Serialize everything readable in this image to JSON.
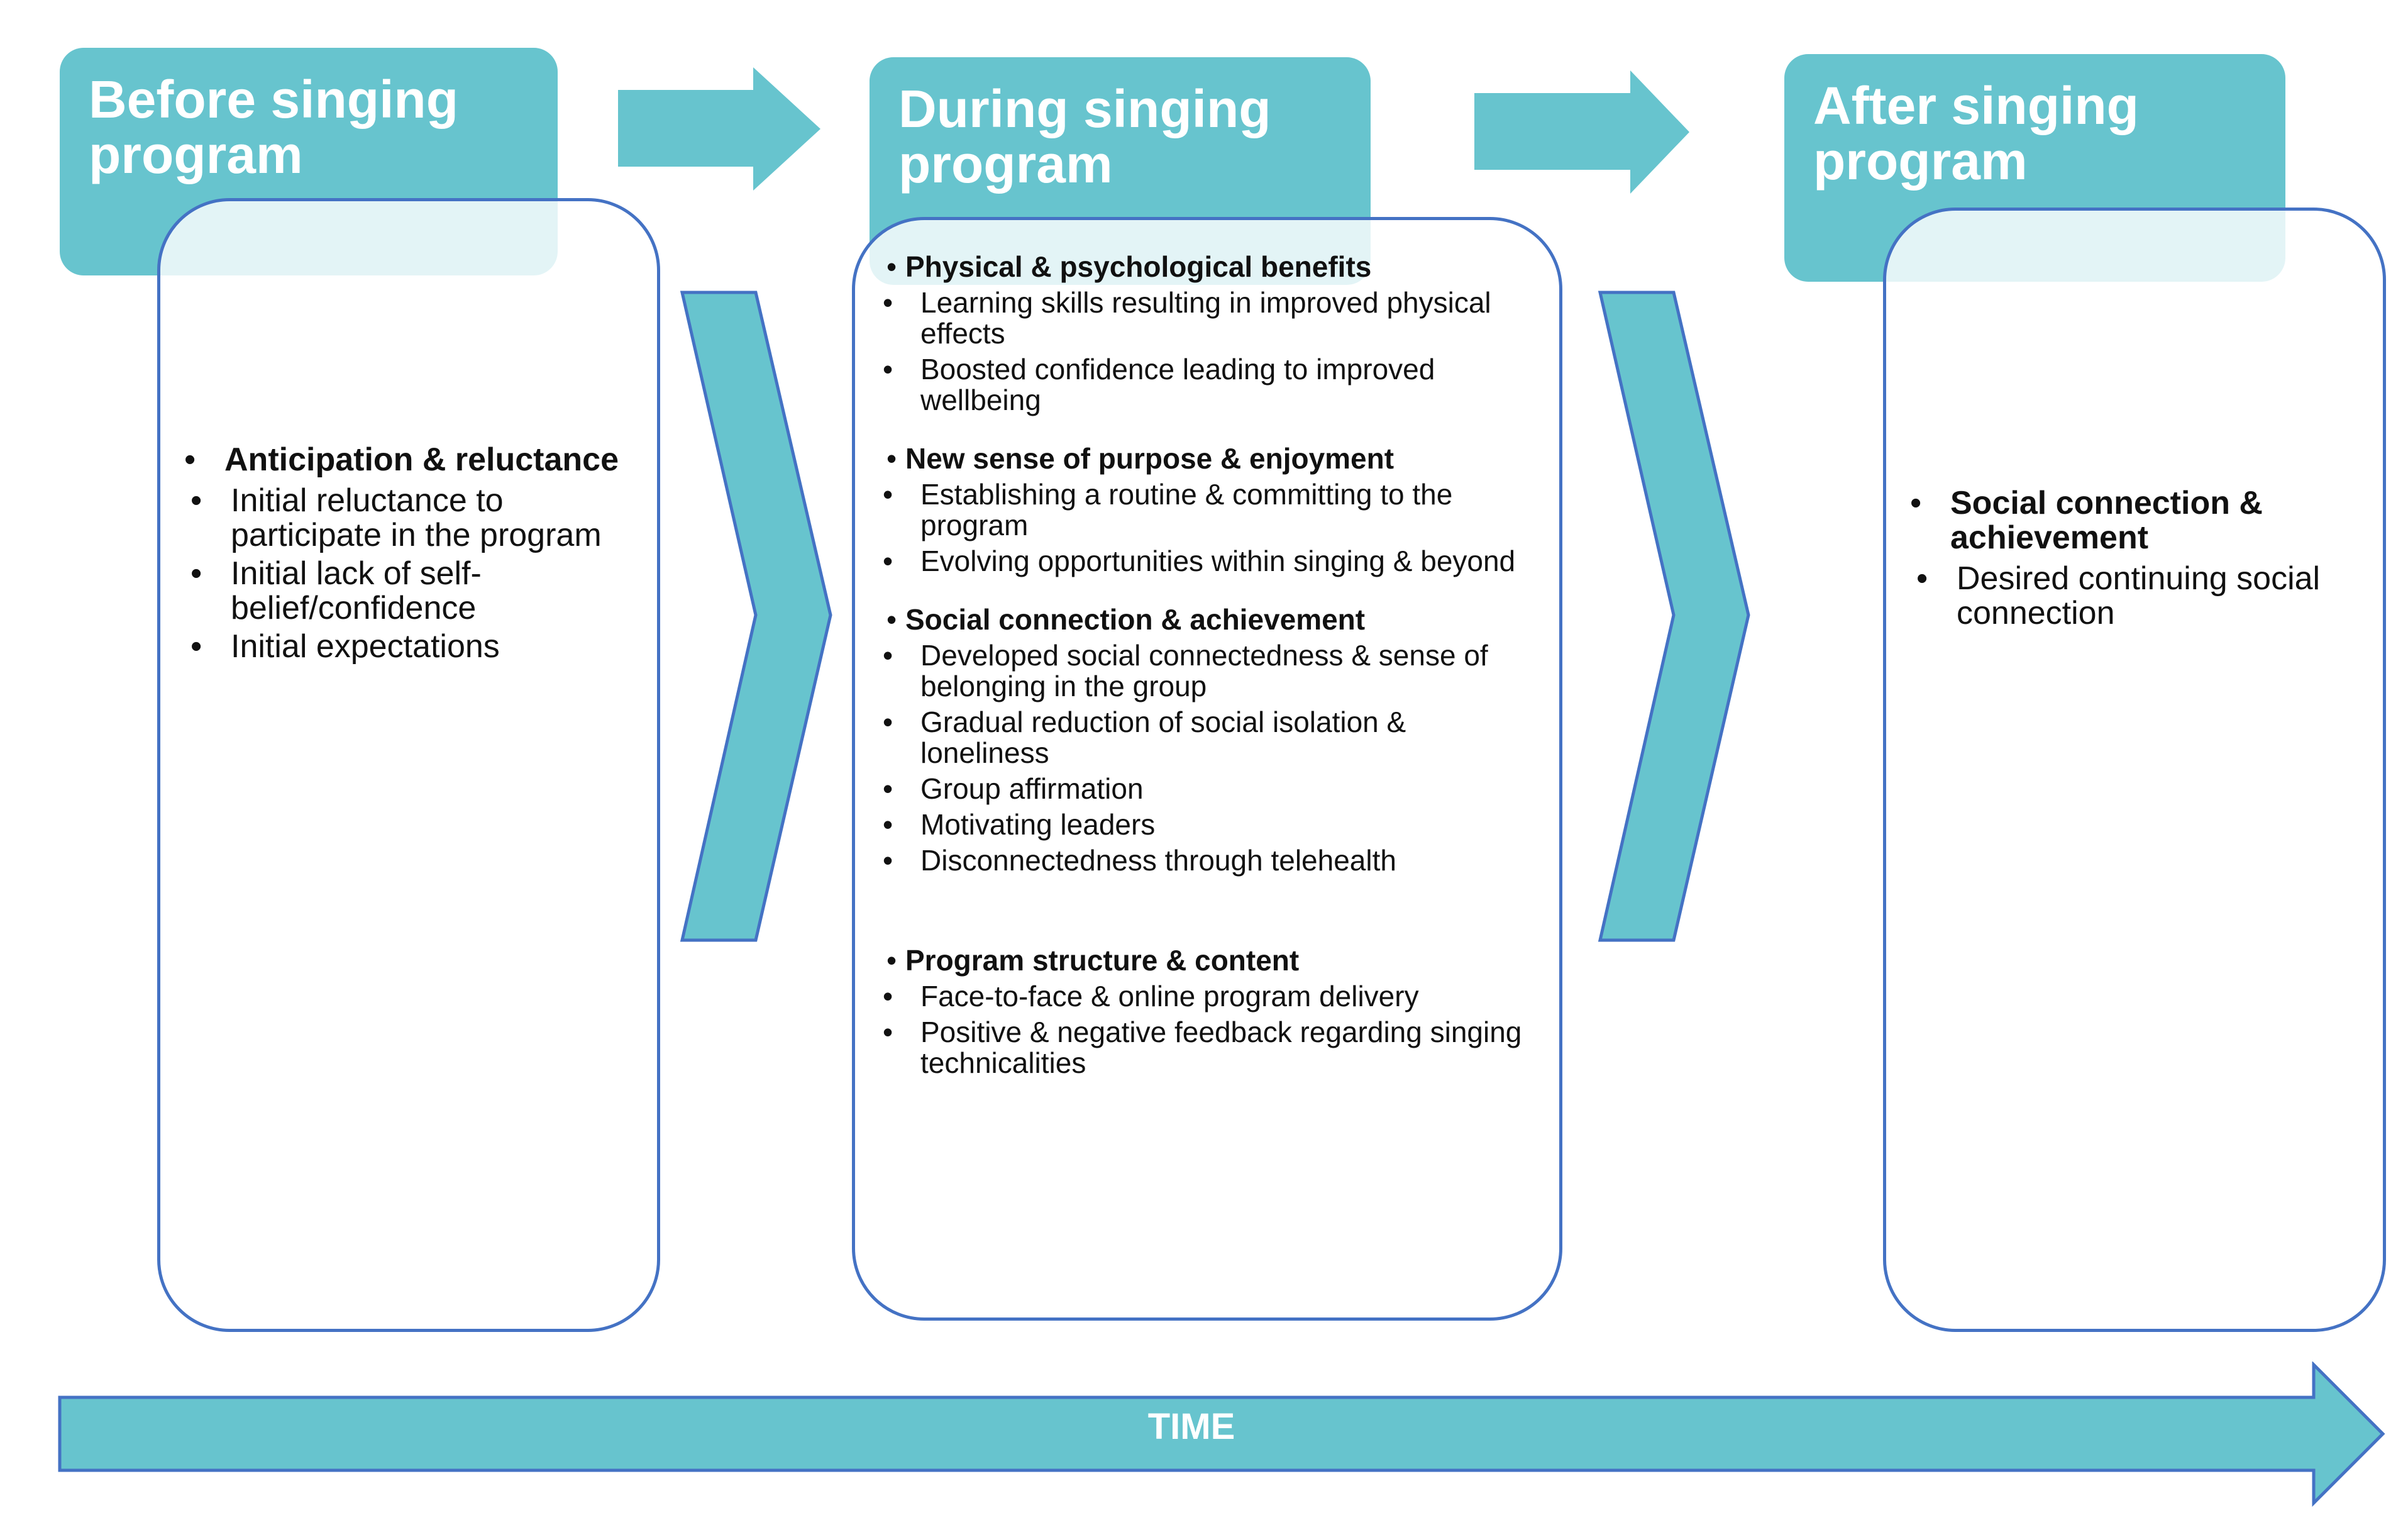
{
  "stages": [
    {
      "title_line1": "Before singing",
      "title_line2": "program",
      "categories": [
        {
          "label": "Anticipation & reluctance",
          "items": [
            "Initial reluctance to participate in the program",
            "Initial lack of self-belief/confidence",
            "Initial expectations"
          ]
        }
      ]
    },
    {
      "title_line1": "During singing",
      "title_line2": "program",
      "categories": [
        {
          "label": "Physical & psychological benefits",
          "items": [
            "Learning skills resulting in improved physical effects",
            "Boosted confidence leading to improved wellbeing"
          ]
        },
        {
          "label": "New sense of purpose & enjoyment",
          "items": [
            "Establishing a routine & committing to the program",
            "Evolving opportunities within singing & beyond"
          ]
        },
        {
          "label": "Social connection & achievement",
          "items": [
            "Developed social connectedness & sense of belonging in the group",
            "Gradual reduction of social isolation & loneliness",
            "Group affirmation",
            "Motivating leaders",
            "Disconnectedness through telehealth"
          ]
        },
        {
          "label": "Program structure & content",
          "items": [
            "Face-to-face & online program delivery",
            "Positive & negative feedback regarding singing technicalities"
          ]
        }
      ]
    },
    {
      "title_line1": "After singing",
      "title_line2": "program",
      "categories": [
        {
          "label": "Social connection & achievement",
          "items": [
            "Desired continuing social connection"
          ]
        }
      ]
    }
  ],
  "time_label": "TIME",
  "bullet": "•",
  "colors": {
    "teal": "#67c4ce",
    "border": "#4472c4",
    "text": "#111111"
  }
}
